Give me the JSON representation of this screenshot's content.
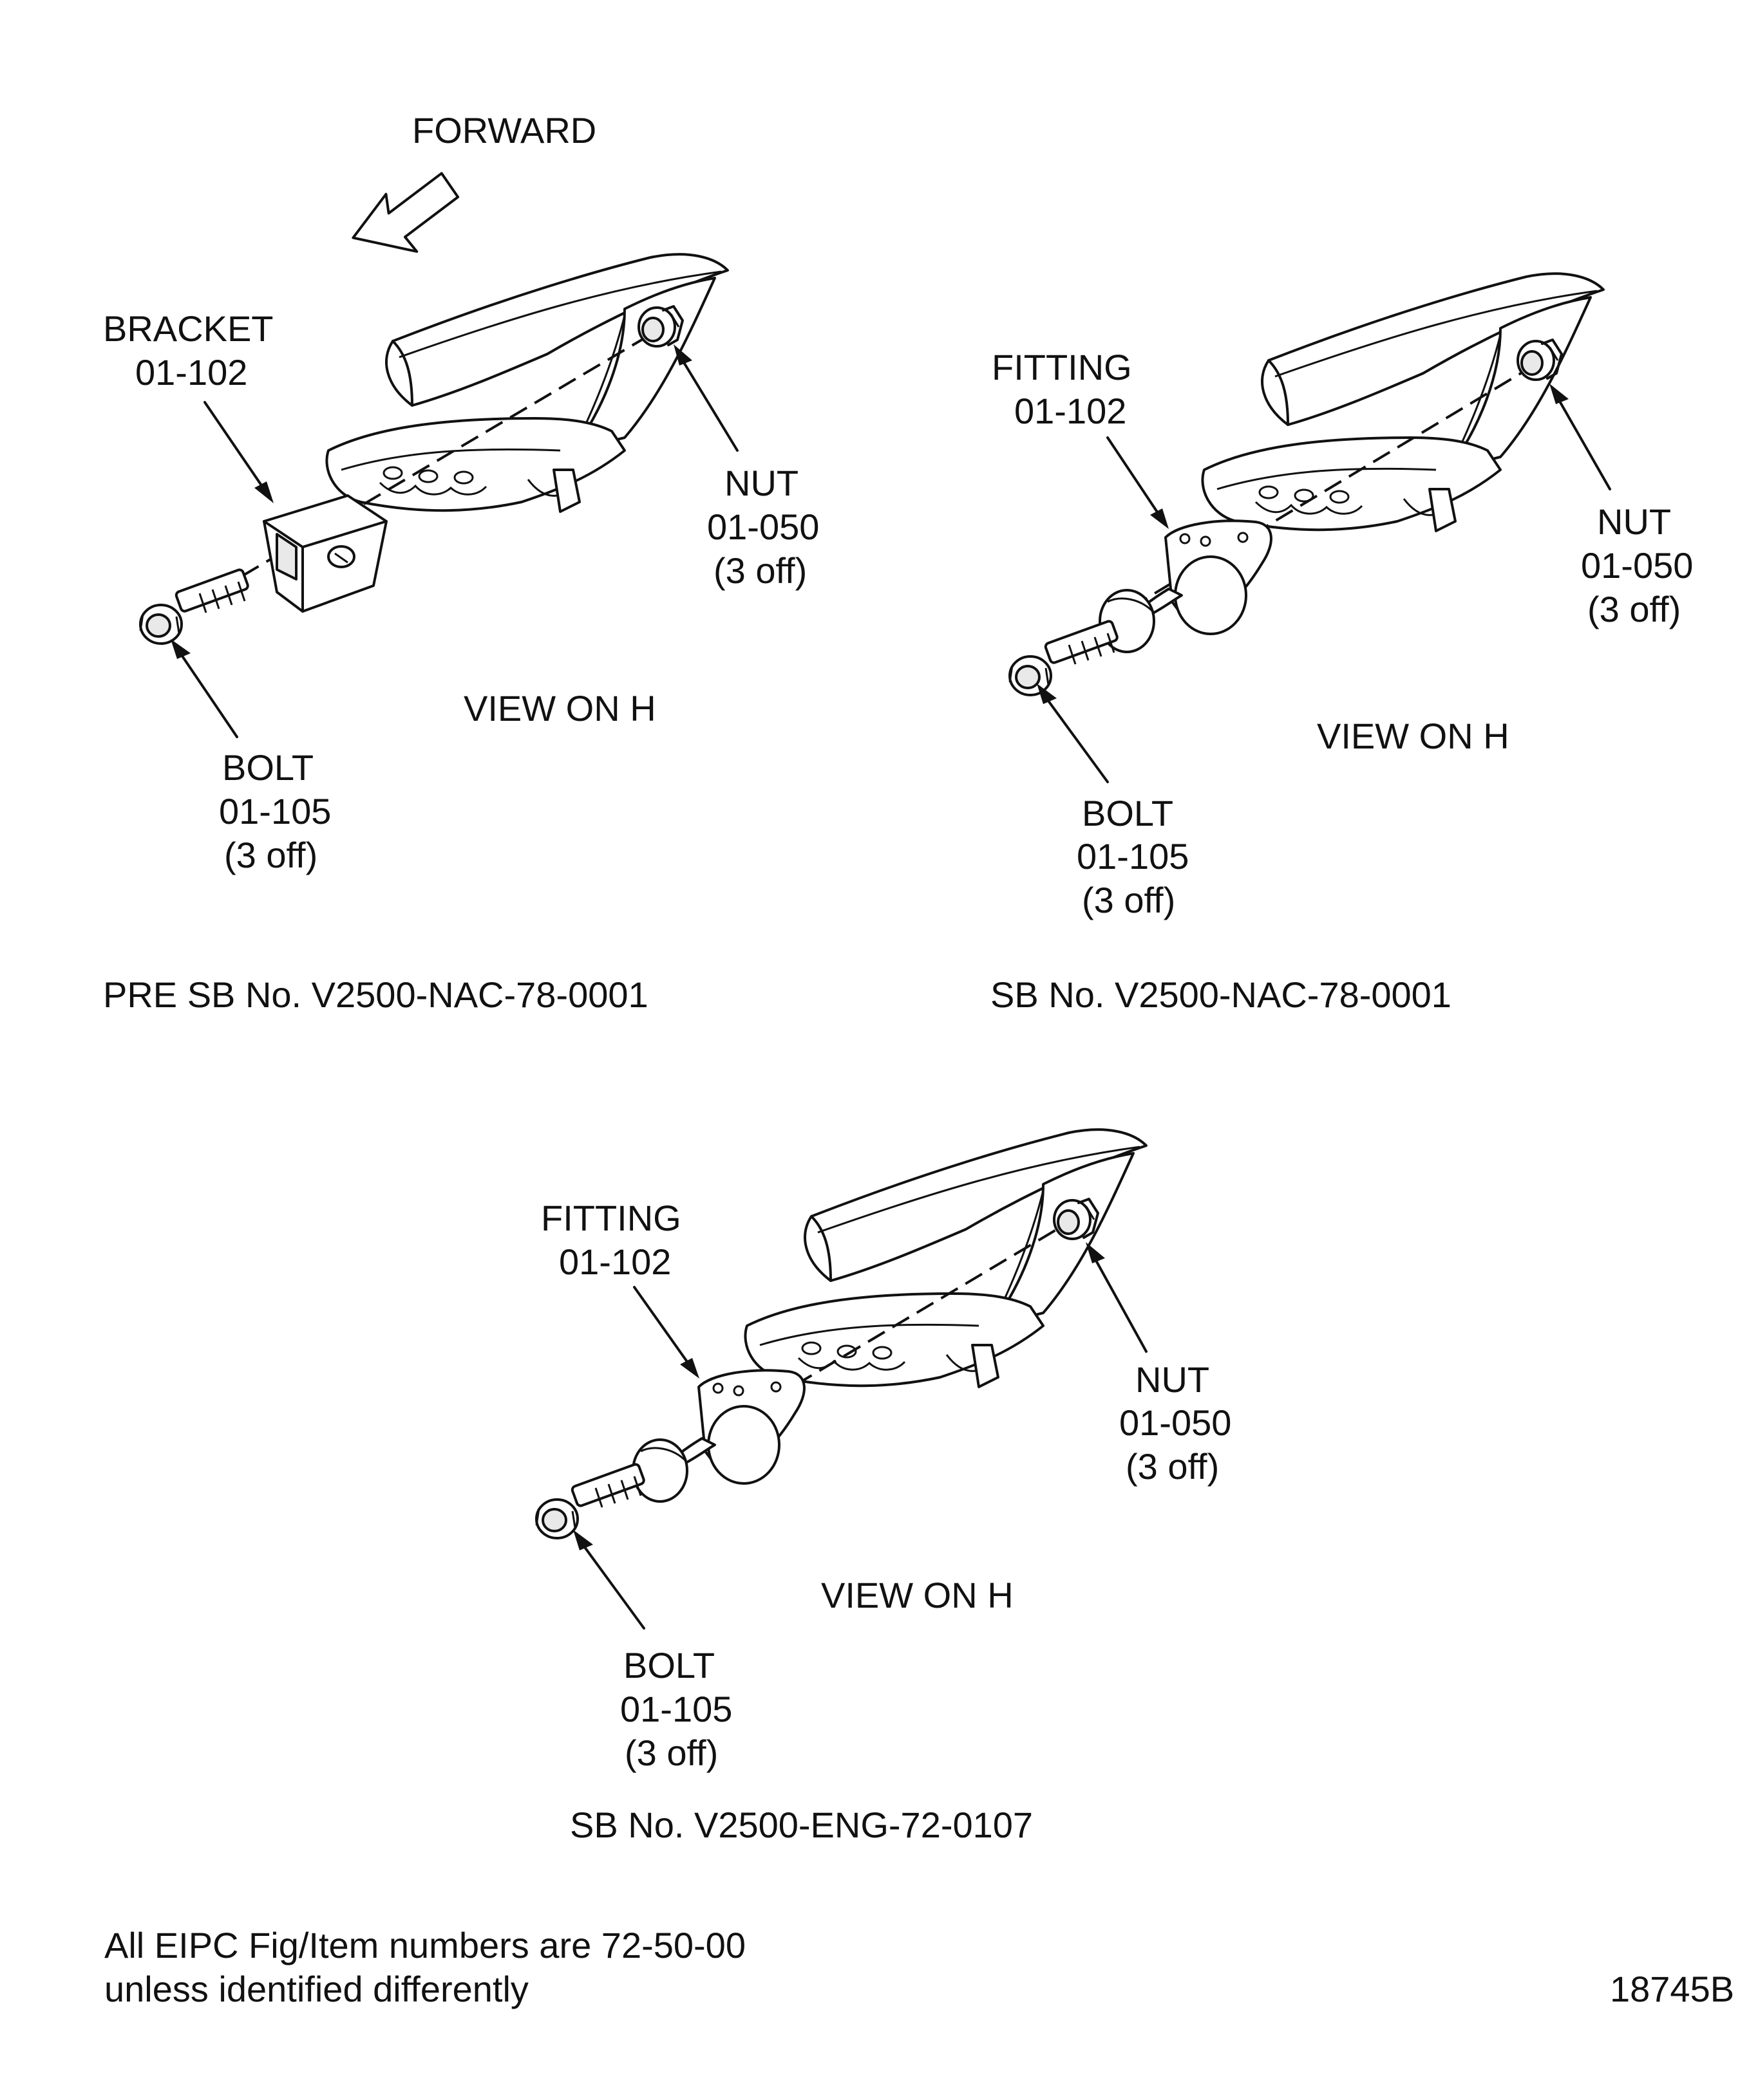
{
  "forward_label": "FORWARD",
  "views": [
    {
      "part_label_name": "BRACKET",
      "part_label_num": "01-102",
      "nut_name": "NUT",
      "nut_num": "01-050",
      "nut_qty": "(3 off)",
      "bolt_name": "BOLT",
      "bolt_num": "01-105",
      "bolt_qty": "(3 off)",
      "view_label": "VIEW ON H",
      "caption": "PRE SB No. V2500-NAC-78-0001"
    },
    {
      "part_label_name": "FITTING",
      "part_label_num": "01-102",
      "nut_name": "NUT",
      "nut_num": "01-050",
      "nut_qty": "(3 off)",
      "bolt_name": "BOLT",
      "bolt_num": "01-105",
      "bolt_qty": "(3 off)",
      "view_label": "VIEW ON H",
      "caption": "SB No. V2500-NAC-78-0001"
    },
    {
      "part_label_name": "FITTING",
      "part_label_num": "01-102",
      "nut_name": "NUT",
      "nut_num": "01-050",
      "nut_qty": "(3 off)",
      "bolt_name": "BOLT",
      "bolt_num": "01-105",
      "bolt_qty": "(3 off)",
      "view_label": "VIEW ON H",
      "caption": "SB No. V2500-ENG-72-0107"
    }
  ],
  "footnote_line1": "All EIPC Fig/Item numbers are 72-50-00",
  "footnote_line2": "unless identified differently",
  "figure_id": "18745B"
}
